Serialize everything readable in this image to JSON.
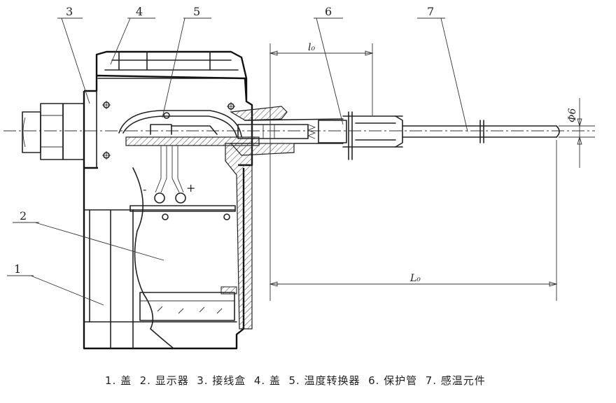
{
  "callouts": [
    "1",
    "2",
    "3",
    "4",
    "5",
    "6",
    "7"
  ],
  "dimensions": {
    "l0": "l₀",
    "L0": "L₀",
    "phi": "Φ6"
  },
  "terminals": {
    "minus": "-",
    "plus": "+"
  },
  "caption": "1. 盖  2. 显示器  3. 接线盒  4. 盖  5. 温度转换器  6. 保护管  7. 感温元件"
}
